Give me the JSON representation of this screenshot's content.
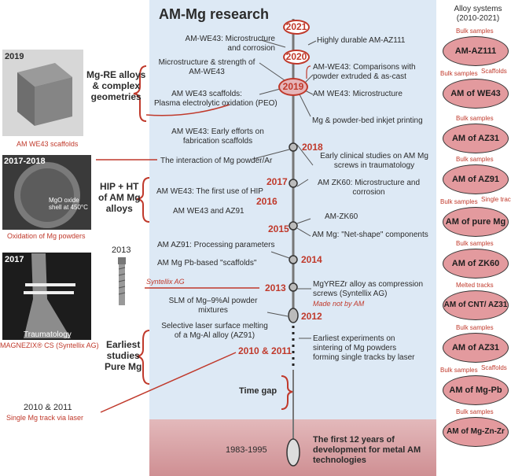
{
  "title": "AM-Mg research",
  "right_header": {
    "line1": "Alloy systems",
    "line2": "(2010-2021)"
  },
  "years": {
    "y2021": "2021",
    "y2020": "2020",
    "y2019": "2019",
    "y2018": "2018",
    "y2017": "2017",
    "y2016": "2016",
    "y2015": "2015",
    "y2014": "2014",
    "y2013": "2013",
    "y2012": "2012",
    "y2010_2011": "2010 & 2011",
    "y1983_1995": "1983-1995"
  },
  "events": {
    "e2021_right": "Highly durable AM-AZ111",
    "e2020_left_1": "AM-WE43: Microstructure",
    "e2020_left_2": "and corrosion",
    "e2019_left_a1": "Microstructure & strength of",
    "e2019_left_a2": "AM-WE43",
    "e2019_left_b1": "AM WE43 scaffolds:",
    "e2019_left_b2": "Plasma electrolytic oxidation (PEO)",
    "e2019_right_a1": "AM-WE43: Comparisons with",
    "e2019_right_a2": "powder extruded & as-cast",
    "e2019_right_b": "AM WE43: Microstructure",
    "e2019_right_c": "Mg & powder-bed inkjet printing",
    "e2018_left_1": "AM WE43: Early efforts on",
    "e2018_left_2": "fabrication scaffolds",
    "e2018_left_3": "The interaction of Mg powder/Ar",
    "e2018_right_1": "Early clinical studies on AM Mg",
    "e2018_right_2": "screws in traumatology",
    "e2017_left": "AM WE43: The first use of HIP",
    "e2017_right_1": "AM ZK60: Microstructure and",
    "e2017_right_2": "corrosion",
    "e2016_left": "AM WE43 and AZ91",
    "e2015_right_a": "AM-ZK60",
    "e2015_right_b": "AM Mg: \"Net-shape\" components",
    "e2014_left_a": "AM AZ91: Processing parameters",
    "e2014_left_b": "AM Mg Pb-based \"scaffolds\"",
    "e2013_right_1": "MgYREZr alloy as compression",
    "e2013_right_2": "screws (Syntellix AG)",
    "e2013_right_3": "Made not by AM",
    "e2012_left_1": "SLM of Mg–9%Al  powder",
    "e2012_left_2": "mixtures",
    "e2011_left_1": "Selective laser surface melting",
    "e2011_left_2": "of a Mg-Al alloy (AZ91)",
    "e2011_right_1": "Earliest experiments on",
    "e2011_right_2": "sintering of Mg powders",
    "e2011_right_3": "forming single tracks by laser",
    "time_gap": "Time gap",
    "bottom_1": "The first 12 years of",
    "bottom_2": "development for metal AM",
    "bottom_3": "technologies"
  },
  "left_column": {
    "block1_year": "2019",
    "block1_caption": "AM WE43 scaffolds",
    "block1_label_1": "Mg-RE alloys",
    "block1_label_2": "& complex",
    "block1_label_3": "geometries",
    "block2_year": "2017-2018",
    "block2_inset_1": "MgO oxide",
    "block2_inset_2": "shell at 450°C",
    "block2_caption": "Oxidation of Mg powders",
    "block2_label_1": "HIP + HT",
    "block2_label_2": "of AM Mg",
    "block2_label_3": "alloys",
    "block3_year": "2017",
    "block3_screw_year": "2013",
    "block3_photo_text": "Traumatology",
    "block3_caption": "MAGNEZIX® CS (Syntellix AG)",
    "block3_syntellix": "Syntellix AG",
    "block3_label_1": "Earliest",
    "block3_label_2": "studies",
    "block3_label_3": "Pure Mg",
    "block4_year": "2010 & 2011",
    "block4_caption": "Single Mg track via laser"
  },
  "alloys": [
    {
      "name": "AM-AZ111",
      "tag1": "Bulk samples",
      "tag2": ""
    },
    {
      "name": "AM of WE43",
      "tag1": "Bulk samples",
      "tag2": "Scaffolds"
    },
    {
      "name": "AM of AZ31",
      "tag1": "Bulk samples",
      "tag2": ""
    },
    {
      "name": "AM of AZ91",
      "tag1": "Bulk samples",
      "tag2": ""
    },
    {
      "name": "AM of pure Mg",
      "tag1": "Bulk samples",
      "tag2": "Single track"
    },
    {
      "name": "AM of ZK60",
      "tag1": "Bulk samples",
      "tag2": ""
    },
    {
      "name": "AM of CNT/ AZ31",
      "tag1": "Melted tracks",
      "tag2": ""
    },
    {
      "name": "AM of AZ31",
      "tag1": "Bulk samples",
      "tag2": ""
    },
    {
      "name": "AM of Mg-Pb",
      "tag1": "Bulk samples",
      "tag2": "Scaffolds"
    },
    {
      "name": "AM of Mg-Zn-Zr",
      "tag1": "Bulk samples",
      "tag2": ""
    }
  ],
  "colors": {
    "accent_red": "#c0392b",
    "panel_blue": "#dde9f5",
    "alloy_pink": "#e39a9e"
  }
}
